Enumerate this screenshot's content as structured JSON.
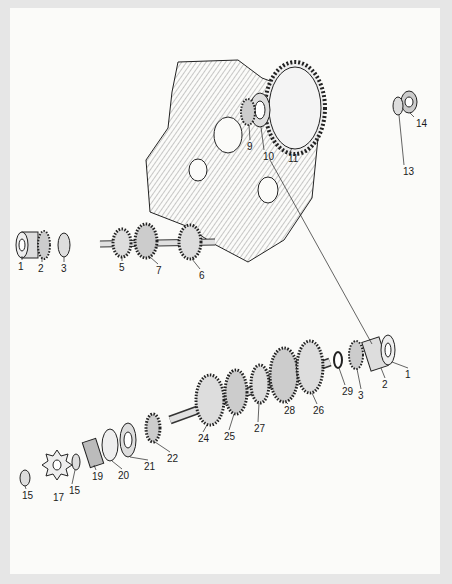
{
  "diagram": {
    "labels": [
      "9",
      "10",
      "11",
      "14",
      "13",
      "1",
      "2",
      "3",
      "5",
      "7",
      "6",
      "15",
      "17",
      "15",
      "19",
      "20",
      "21",
      "22",
      "24",
      "25",
      "27",
      "28",
      "26",
      "29",
      "3",
      "2",
      "1"
    ]
  }
}
